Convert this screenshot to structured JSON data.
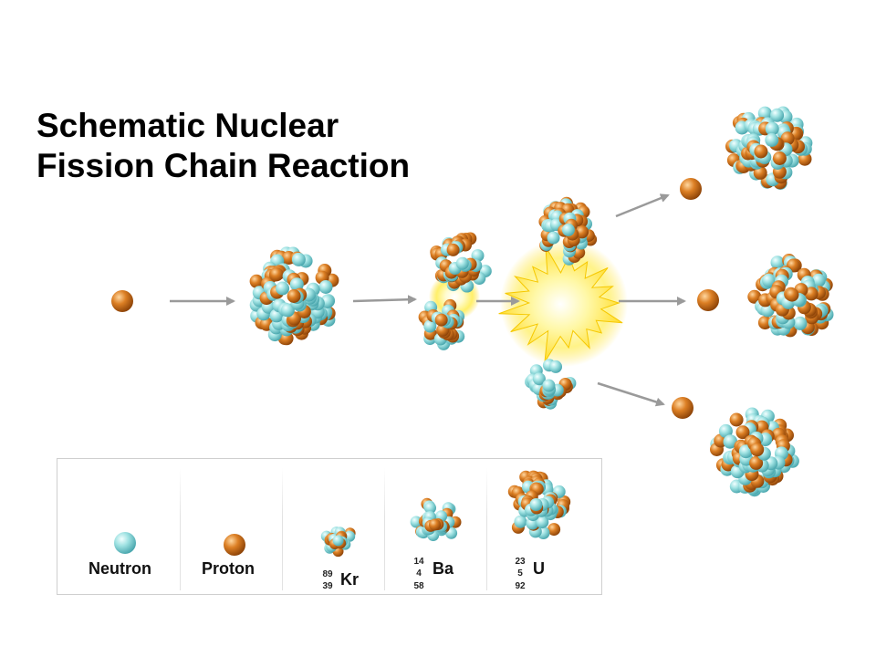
{
  "title": {
    "line1": "Schematic Nuclear",
    "line2": "Fission Chain Reaction"
  },
  "colors": {
    "neutron": "#8fd8d8",
    "proton": "#d7761e",
    "flash": "#fff27a",
    "arrow": "#9a9a9a"
  },
  "legend": {
    "neutron_label": "Neutron",
    "proton_label": "Proton",
    "kr": {
      "symbol": "Kr",
      "mass": "89",
      "atomic": "39"
    },
    "ba": {
      "symbol": "Ba",
      "mass_top": "14",
      "mass_bottom": "4",
      "atomic": "58"
    },
    "u": {
      "symbol": "U",
      "mass_top": "23",
      "mass_bottom": "5",
      "atomic": "92"
    }
  }
}
